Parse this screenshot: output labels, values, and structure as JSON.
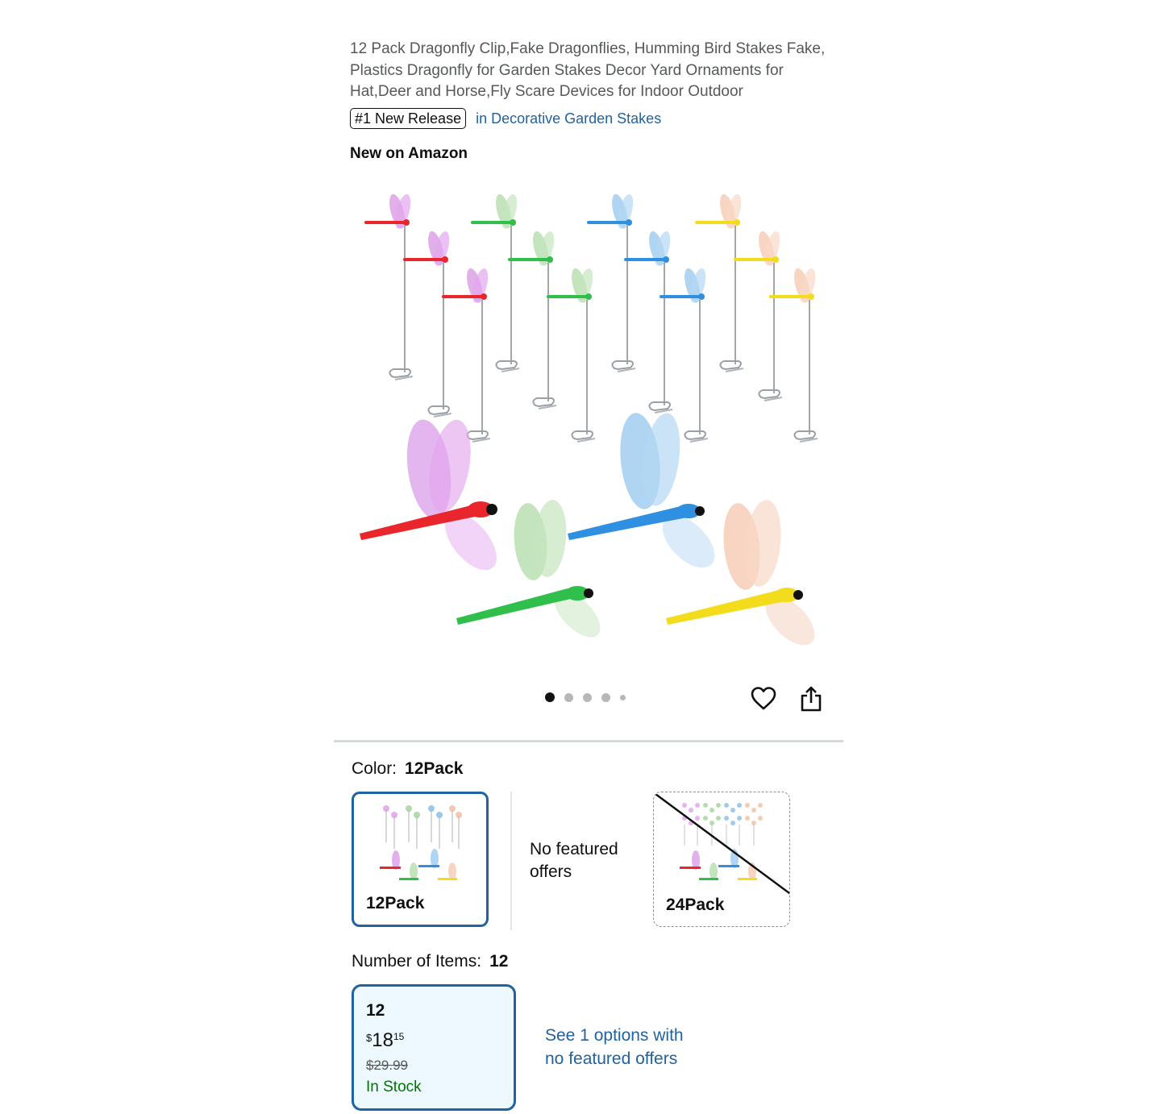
{
  "product": {
    "title": "12 Pack Dragonfly Clip,Fake Dragonflies, Humming Bird Stakes Fake, Plastics Dragonfly for Garden Stakes Decor Yard Ornaments for Hat,Deer and Horse,Fly Scare Devices for Indoor Outdoor",
    "badge": "#1 New Release",
    "badge_category": "in Decorative Garden Stakes",
    "new_label": "New on Amazon"
  },
  "gallery": {
    "image_count": 5,
    "active_index": 0,
    "favorite_icon": "heart-icon",
    "share_icon": "share-icon"
  },
  "color": {
    "label": "Color:",
    "selected": "12Pack",
    "options": [
      {
        "name": "12Pack",
        "selected": true,
        "available": true
      },
      {
        "name": "No featured offers",
        "selected": false,
        "available": true
      },
      {
        "name": "24Pack",
        "selected": false,
        "available": false
      }
    ]
  },
  "items": {
    "label": "Number of Items:",
    "selected": "12",
    "card": {
      "title": "12",
      "currency": "$",
      "price_whole": "18",
      "price_fraction": "15",
      "list_price": "$29.99",
      "stock": "In Stock"
    },
    "see_options_line1": "See 1 options with",
    "see_options_line2": "no featured offers"
  },
  "colors": {
    "link": "#2162a1",
    "selected_border": "#2162a1",
    "in_stock": "#007600",
    "dragonfly_red": "#e8262b",
    "dragonfly_green": "#2fbf4a",
    "dragonfly_blue": "#2f8fe0",
    "dragonfly_yellow": "#f2dc1c"
  }
}
